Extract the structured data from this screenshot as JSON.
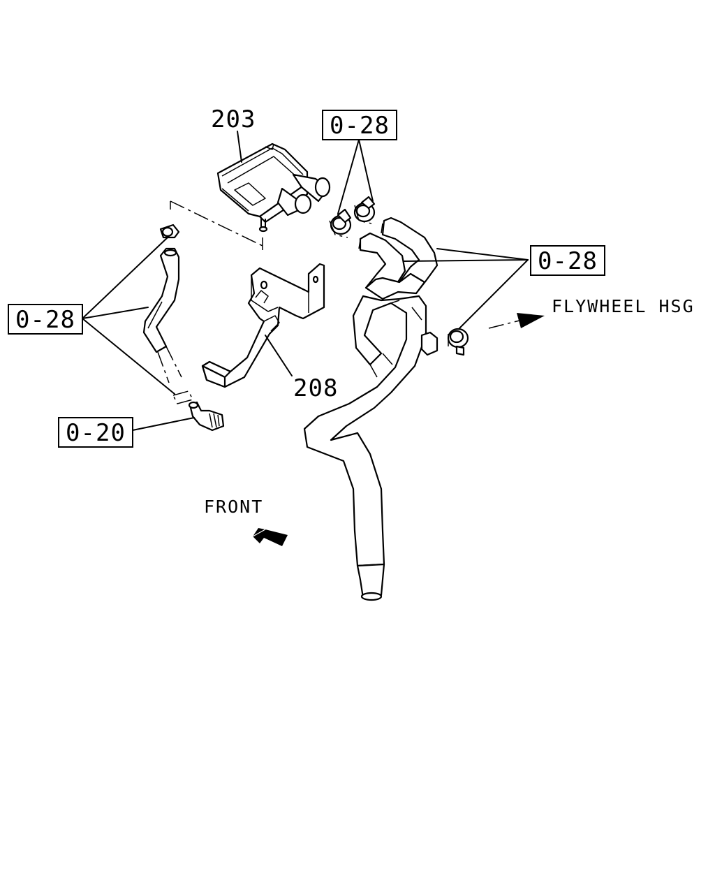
{
  "labels": {
    "part_203": "203",
    "part_208": "208",
    "ref_top": "0-28",
    "ref_right": "0-28",
    "ref_left": "0-28",
    "ref_bottom": "0-20",
    "flywheel": "FLYWHEEL HSG",
    "front": "FRONT"
  }
}
